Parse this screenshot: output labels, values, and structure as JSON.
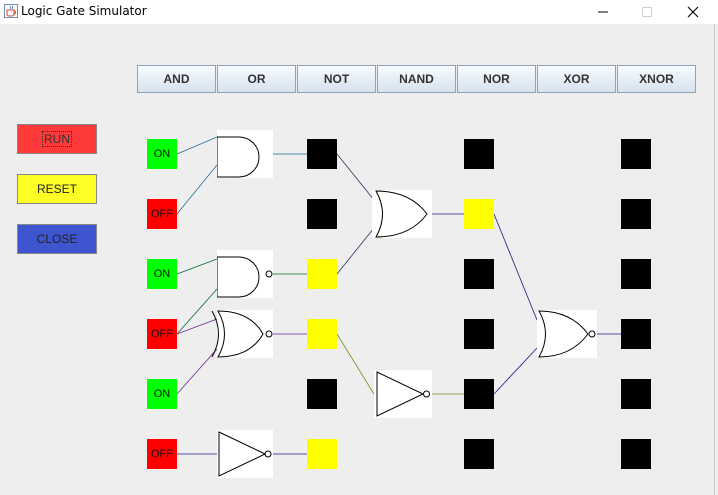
{
  "window": {
    "title": "Logic Gate Simulator",
    "app_icon": "java-cup-icon",
    "controls": [
      "minimize-icon",
      "maximize-icon",
      "close-icon"
    ]
  },
  "toolbar": {
    "gates": [
      "AND",
      "OR",
      "NOT",
      "NAND",
      "NOR",
      "XOR",
      "XNOR"
    ]
  },
  "controls": {
    "run_label": "RUN",
    "reset_label": "RESET",
    "close_label": "CLOSE",
    "run_color": "#ff3a3a",
    "reset_color": "#ffff26",
    "close_color": "#3e55cf"
  },
  "inputs": [
    {
      "label": "ON",
      "state": true
    },
    {
      "label": "OFF",
      "state": false
    },
    {
      "label": "ON",
      "state": true
    },
    {
      "label": "OFF",
      "state": false
    },
    {
      "label": "ON",
      "state": true
    },
    {
      "label": "OFF",
      "state": false
    }
  ],
  "colors": {
    "on": "#00ff00",
    "off": "#ff0000",
    "signal_high": "#ffff00",
    "signal_low": "#000000",
    "gate_bg": "#ffffff"
  },
  "circuit": {
    "columns": [
      {
        "name": "col-3",
        "cells": [
          "low",
          "low",
          "high",
          "high",
          "low",
          "high"
        ]
      },
      {
        "name": "col-5",
        "cells": [
          "low",
          "high",
          "low",
          "low",
          "low",
          "low"
        ]
      },
      {
        "name": "col-7",
        "cells": [
          "low",
          "low",
          "low",
          "low",
          "low",
          "low"
        ]
      }
    ],
    "gates": [
      {
        "type": "AND",
        "name": "and-gate"
      },
      {
        "type": "NAND",
        "name": "nand-gate"
      },
      {
        "type": "XNOR",
        "name": "xnor-gate"
      },
      {
        "type": "NOT",
        "name": "not-gate-1"
      },
      {
        "type": "OR",
        "name": "or-gate-1"
      },
      {
        "type": "NOT",
        "name": "not-gate-2"
      },
      {
        "type": "NOR",
        "name": "nor-gate"
      }
    ]
  }
}
